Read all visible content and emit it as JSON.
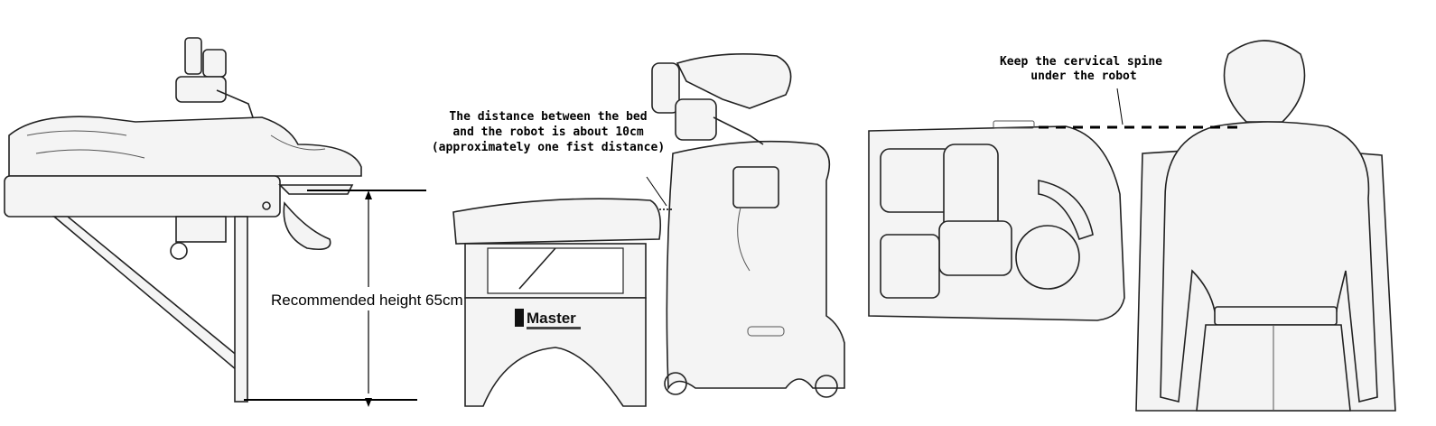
{
  "panel_side_view": {
    "height_label": "Recommended height 65cm"
  },
  "panel_bed_robot": {
    "distance_label": [
      "The distance between the bed",
      "and the robot is about 10cm",
      "(approximately one fist distance)"
    ],
    "bed_logo": "Master"
  },
  "panel_top_view": {
    "spine_label": [
      "Keep the cervical spine",
      "under the robot"
    ]
  }
}
